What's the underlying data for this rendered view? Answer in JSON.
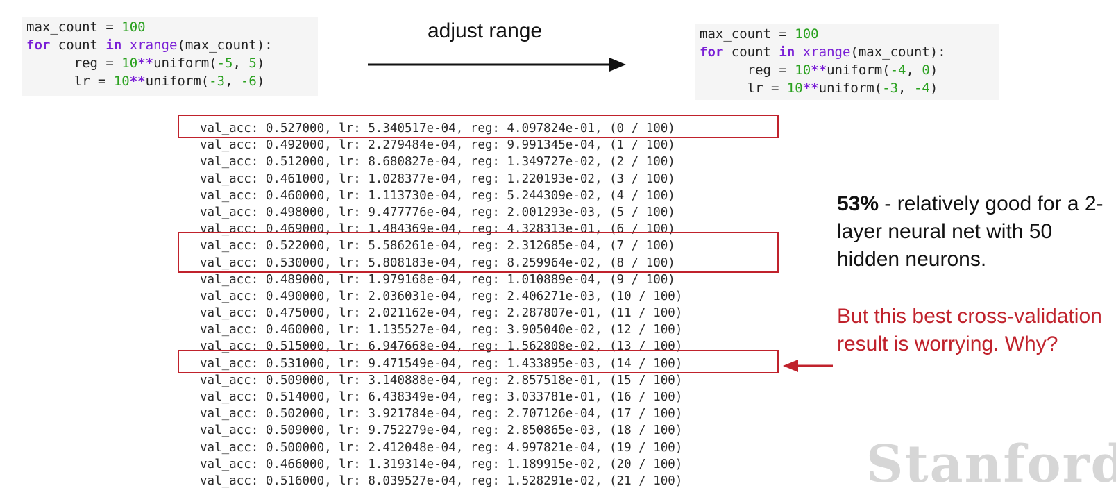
{
  "code_before": {
    "lines": [
      [
        {
          "t": "max_count = ",
          "c": "plain"
        },
        {
          "t": "100",
          "c": "num"
        }
      ],
      [
        {
          "t": "for",
          "c": "kw"
        },
        {
          "t": " count ",
          "c": "plain"
        },
        {
          "t": "in",
          "c": "kw"
        },
        {
          "t": " ",
          "c": "plain"
        },
        {
          "t": "xrange",
          "c": "builtin"
        },
        {
          "t": "(max_count):",
          "c": "plain"
        }
      ],
      [
        {
          "t": "      reg = ",
          "c": "plain"
        },
        {
          "t": "10",
          "c": "num"
        },
        {
          "t": "**",
          "c": "op"
        },
        {
          "t": "uniform(",
          "c": "plain"
        },
        {
          "t": "-5",
          "c": "num"
        },
        {
          "t": ", ",
          "c": "plain"
        },
        {
          "t": "5",
          "c": "num"
        },
        {
          "t": ")",
          "c": "plain"
        }
      ],
      [
        {
          "t": "      lr = ",
          "c": "plain"
        },
        {
          "t": "10",
          "c": "num"
        },
        {
          "t": "**",
          "c": "op"
        },
        {
          "t": "uniform(",
          "c": "plain"
        },
        {
          "t": "-3",
          "c": "num"
        },
        {
          "t": ", ",
          "c": "plain"
        },
        {
          "t": "-6",
          "c": "num"
        },
        {
          "t": ")",
          "c": "plain"
        }
      ]
    ]
  },
  "code_after": {
    "lines": [
      [
        {
          "t": "max_count = ",
          "c": "plain"
        },
        {
          "t": "100",
          "c": "num"
        }
      ],
      [
        {
          "t": "for",
          "c": "kw"
        },
        {
          "t": " count ",
          "c": "plain"
        },
        {
          "t": "in",
          "c": "kw"
        },
        {
          "t": " ",
          "c": "plain"
        },
        {
          "t": "xrange",
          "c": "builtin"
        },
        {
          "t": "(max_count):",
          "c": "plain"
        }
      ],
      [
        {
          "t": "      reg = ",
          "c": "plain"
        },
        {
          "t": "10",
          "c": "num"
        },
        {
          "t": "**",
          "c": "op"
        },
        {
          "t": "uniform(",
          "c": "plain"
        },
        {
          "t": "-4",
          "c": "num"
        },
        {
          "t": ", ",
          "c": "plain"
        },
        {
          "t": "0",
          "c": "num"
        },
        {
          "t": ")",
          "c": "plain"
        }
      ],
      [
        {
          "t": "      lr = ",
          "c": "plain"
        },
        {
          "t": "10",
          "c": "num"
        },
        {
          "t": "**",
          "c": "op"
        },
        {
          "t": "uniform(",
          "c": "plain"
        },
        {
          "t": "-3",
          "c": "num"
        },
        {
          "t": ", ",
          "c": "plain"
        },
        {
          "t": "-4",
          "c": "num"
        },
        {
          "t": ")",
          "c": "plain"
        }
      ]
    ]
  },
  "arrow_label": "adjust range",
  "log_lines": [
    "val_acc: 0.527000, lr: 5.340517e-04, reg: 4.097824e-01, (0 / 100)",
    "val_acc: 0.492000, lr: 2.279484e-04, reg: 9.991345e-04, (1 / 100)",
    "val_acc: 0.512000, lr: 8.680827e-04, reg: 1.349727e-02, (2 / 100)",
    "val_acc: 0.461000, lr: 1.028377e-04, reg: 1.220193e-02, (3 / 100)",
    "val_acc: 0.460000, lr: 1.113730e-04, reg: 5.244309e-02, (4 / 100)",
    "val_acc: 0.498000, lr: 9.477776e-04, reg: 2.001293e-03, (5 / 100)",
    "val_acc: 0.469000, lr: 1.484369e-04, reg: 4.328313e-01, (6 / 100)",
    "val_acc: 0.522000, lr: 5.586261e-04, reg: 2.312685e-04, (7 / 100)",
    "val_acc: 0.530000, lr: 5.808183e-04, reg: 8.259964e-02, (8 / 100)",
    "val_acc: 0.489000, lr: 1.979168e-04, reg: 1.010889e-04, (9 / 100)",
    "val_acc: 0.490000, lr: 2.036031e-04, reg: 2.406271e-03, (10 / 100)",
    "val_acc: 0.475000, lr: 2.021162e-04, reg: 2.287807e-01, (11 / 100)",
    "val_acc: 0.460000, lr: 1.135527e-04, reg: 3.905040e-02, (12 / 100)",
    "val_acc: 0.515000, lr: 6.947668e-04, reg: 1.562808e-02, (13 / 100)",
    "val_acc: 0.531000, lr: 9.471549e-04, reg: 1.433895e-03, (14 / 100)",
    "val_acc: 0.509000, lr: 3.140888e-04, reg: 2.857518e-01, (15 / 100)",
    "val_acc: 0.514000, lr: 6.438349e-04, reg: 3.033781e-01, (16 / 100)",
    "val_acc: 0.502000, lr: 3.921784e-04, reg: 2.707126e-04, (17 / 100)",
    "val_acc: 0.509000, lr: 9.752279e-04, reg: 2.850865e-03, (18 / 100)",
    "val_acc: 0.500000, lr: 2.412048e-04, reg: 4.997821e-04, (19 / 100)",
    "val_acc: 0.466000, lr: 1.319314e-04, reg: 1.189915e-02, (20 / 100)",
    "val_acc: 0.516000, lr: 8.039527e-04, reg: 1.528291e-02, (21 / 100)"
  ],
  "highlighted_rows": [
    [
      0
    ],
    [
      7,
      8
    ],
    [
      14
    ]
  ],
  "note_black": {
    "bold": "53%",
    "rest": " - relatively good for a 2-layer neural net with 50 hidden neurons."
  },
  "note_red": "But this best cross-validation result is worrying. Why?",
  "logo_text": "Stanford",
  "colors": {
    "keyword": "#7a1fd6",
    "number": "#2aa11f",
    "highlight": "#c0222c",
    "code_bg": "#f5f5f5"
  }
}
